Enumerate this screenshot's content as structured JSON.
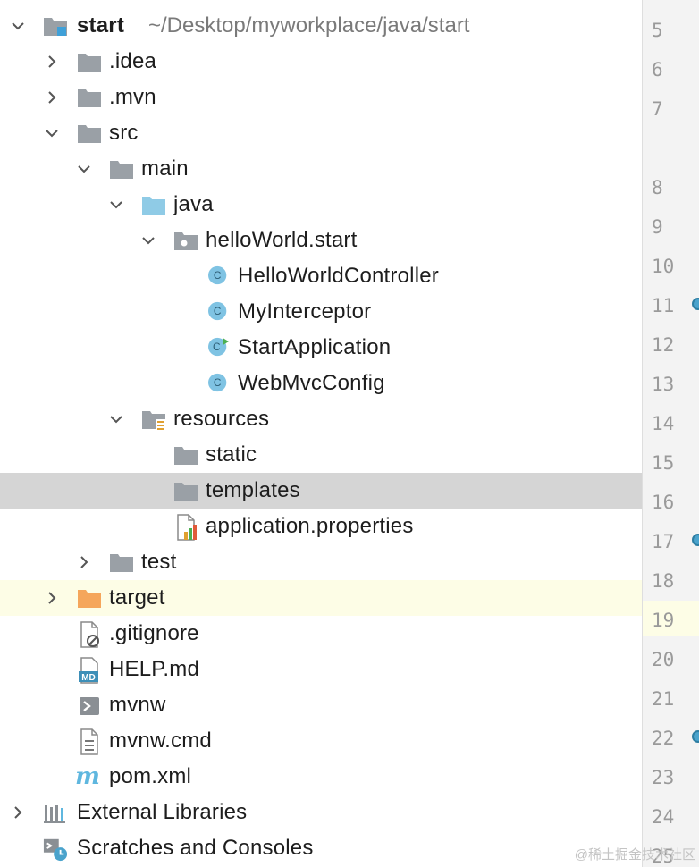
{
  "project": {
    "root_name": "start",
    "root_path": "~/Desktop/myworkplace/java/start"
  },
  "tree": {
    "idea": ".idea",
    "mvn": ".mvn",
    "src": "src",
    "main": "main",
    "java": "java",
    "package": "helloWorld.start",
    "class_hello": "HelloWorldController",
    "class_interceptor": "MyInterceptor",
    "class_start": "StartApplication",
    "class_webmvc": "WebMvcConfig",
    "resources": "resources",
    "static": "static",
    "templates": "templates",
    "app_props": "application.properties",
    "test": "test",
    "target": "target",
    "gitignore": ".gitignore",
    "help": "HELP.md",
    "mvnw": "mvnw",
    "mvnw_cmd": "mvnw.cmd",
    "pom": "pom.xml",
    "ext_libs": "External Libraries",
    "scratches": "Scratches and Consoles"
  },
  "icons": {
    "md_badge": "MD",
    "class_letter": "C",
    "maven_letter": "m"
  },
  "gutter": {
    "line_numbers": [
      "5",
      "6",
      "7",
      "8",
      "9",
      "10",
      "11",
      "12",
      "13",
      "14",
      "15",
      "16",
      "17",
      "18",
      "19",
      "20",
      "21",
      "22",
      "23",
      "24",
      "25"
    ]
  },
  "watermark": "@稀土掘金技术社区",
  "colors": {
    "selected_row": "#d5d5d5",
    "highlight_row": "#fdfde6",
    "folder_gray": "#9aa0a6",
    "source_folder": "#8fcbe6",
    "class_icon": "#7fc3e3",
    "target_folder": "#f5a65b"
  }
}
